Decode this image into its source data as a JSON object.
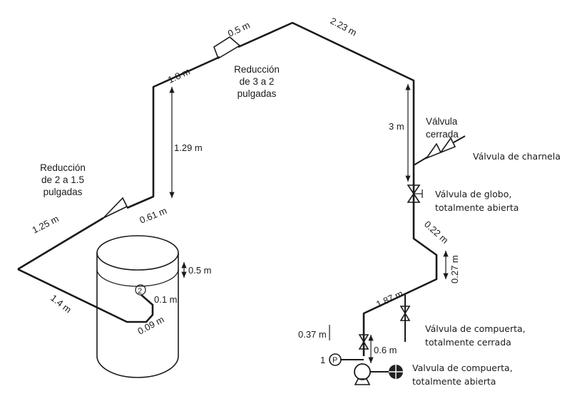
{
  "dimensions": {
    "d_05_top": "0.5 m",
    "d_18": "1.8 m",
    "d_223": "2.23 m",
    "d_129": "1.29 m",
    "d_3": "3 m",
    "d_061": "0.61 m",
    "d_125": "1.25 m",
    "d_022": "0.22 m",
    "d_027": "0.27 m",
    "d_05_tank": "0.5 m",
    "d_01": "0.1 m",
    "d_14": "1.4 m",
    "d_187": "1.87 m",
    "d_009": "0.09 m",
    "d_037": "0.37 m",
    "d_06": "0.6 m"
  },
  "labels": {
    "reduccion_3_2": [
      "Reducción",
      "de 3 a 2",
      "pulgadas"
    ],
    "reduccion_2_15": [
      "Reducción",
      "de 2 a 1.5",
      "pulgadas"
    ],
    "valvula_cerrada": [
      "Válvula",
      "cerrada"
    ],
    "valvula_charnela": "Válvula de charnela",
    "valvula_globo": [
      "Válvula de globo,",
      "totalmente abierta"
    ],
    "compuerta_cerrada": [
      "Válvula de compuerta,",
      "totalmente cerrada"
    ],
    "compuerta_abierta": [
      "Valvula de compuerta,",
      "totalmente abierta"
    ],
    "point_1": "1",
    "point_2": "2",
    "gauge": "P"
  }
}
